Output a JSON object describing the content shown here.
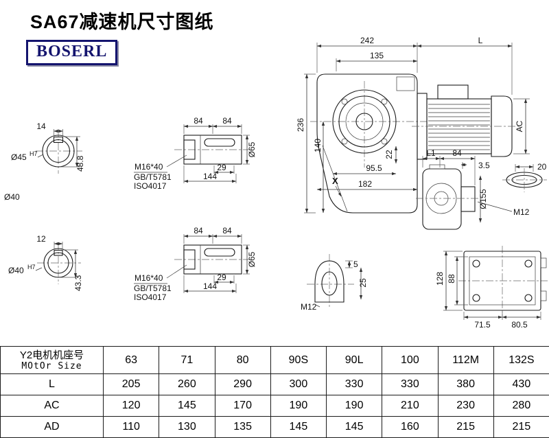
{
  "page": {
    "title": "SA67减速机尺寸图纸",
    "logo": "BOSERL"
  },
  "colors": {
    "logo": "#14146e",
    "line": "#1a1a1a"
  },
  "views": {
    "main": {
      "w242": "242",
      "L": "L",
      "w135": "135",
      "h236": "236",
      "h140": "140",
      "d22": "22",
      "d955": "95.5",
      "w182": "182",
      "x": "X",
      "ac": "AC"
    },
    "side": {
      "l1": "L1",
      "d84": "84",
      "d35": "3.5",
      "d20": "20",
      "dia155": "Ø155",
      "m12": "M12"
    },
    "key": {
      "d5": "5",
      "d25": "25",
      "m12": "M12"
    },
    "bottom": {
      "h128": "128",
      "h88": "88",
      "d715": "71.5",
      "d805": "80.5"
    },
    "end1": {
      "w14": "14",
      "dia": "Ø45",
      "tol": "H7",
      "h488": "48.8",
      "dia40": "Ø40"
    },
    "end2": {
      "w12": "12",
      "dia": "Ø40",
      "tol": "H7",
      "h433": "43.3"
    },
    "shaft1": {
      "s84a": "84",
      "s84b": "84",
      "k29": "29",
      "t144": "144",
      "dia65": "Ø65",
      "bolt": "M16*40",
      "std1": "GB/T5781",
      "std2": "ISO4017"
    },
    "shaft2": {
      "s84a": "84",
      "s84b": "84",
      "k29": "29",
      "t144": "144",
      "dia65": "Ø65",
      "bolt": "M16*40",
      "std1": "GB/T5781",
      "std2": "ISO4017"
    }
  },
  "table": {
    "header_cn": "Y2电机机座号",
    "header_en": "MOtOr Size",
    "sizes": [
      "63",
      "71",
      "80",
      "90S",
      "90L",
      "100",
      "112M",
      "132S"
    ],
    "rows": [
      {
        "label": "L",
        "values": [
          "205",
          "260",
          "290",
          "300",
          "330",
          "330",
          "380",
          "430"
        ]
      },
      {
        "label": "AC",
        "values": [
          "120",
          "145",
          "170",
          "190",
          "190",
          "210",
          "230",
          "280"
        ]
      },
      {
        "label": "AD",
        "values": [
          "110",
          "130",
          "135",
          "145",
          "145",
          "160",
          "215",
          "215"
        ]
      }
    ]
  }
}
